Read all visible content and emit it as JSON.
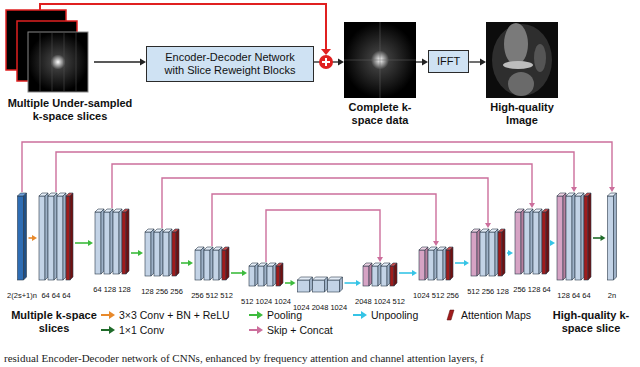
{
  "diagram": {
    "caption": "residual Encoder-Decoder network of CNNs, enhanced by frequency attention and channel attention layers, f",
    "nodes": [
      {
        "text": [
          "Multiple Under-sampled k-space slices"
        ]
      },
      {
        "text": [
          "Encoder-Decoder Network with Slice Reweight Blocks"
        ]
      },
      {
        "text": [
          "Complete k-space data"
        ]
      },
      {
        "text": [
          "IFFT"
        ]
      },
      {
        "text": [
          "High-quality Image"
        ]
      }
    ],
    "edges": [
      {
        "from": 0,
        "to": 1,
        "arrow": "to"
      },
      {
        "from": 1,
        "to": 2,
        "arrow": "to"
      },
      {
        "from": 2,
        "to": 3,
        "arrow": "to"
      },
      {
        "from": 3,
        "to": 4,
        "arrow": "to"
      }
    ],
    "labels": [
      "Multiple k-space slices",
      "High-quality k-space slice",
      "2(2s+1)n",
      "64 64 64",
      "64 128 128",
      "128 256 256",
      "256 512 512",
      "512 1024 1024",
      "1024 2048 1024",
      "2048 1024 512",
      "1024 512 256",
      "512 256 128",
      "256 128 64",
      "128 64 64",
      "2n"
    ],
    "legend": [
      {
        "text": "3×3 Conv + BN + ReLU"
      },
      {
        "text": "1×1 Conv"
      },
      {
        "text": "Pooling"
      },
      {
        "text": "Skip + Concat"
      },
      {
        "text": "Unpooling"
      },
      {
        "text": "Attention Maps"
      }
    ]
  }
}
